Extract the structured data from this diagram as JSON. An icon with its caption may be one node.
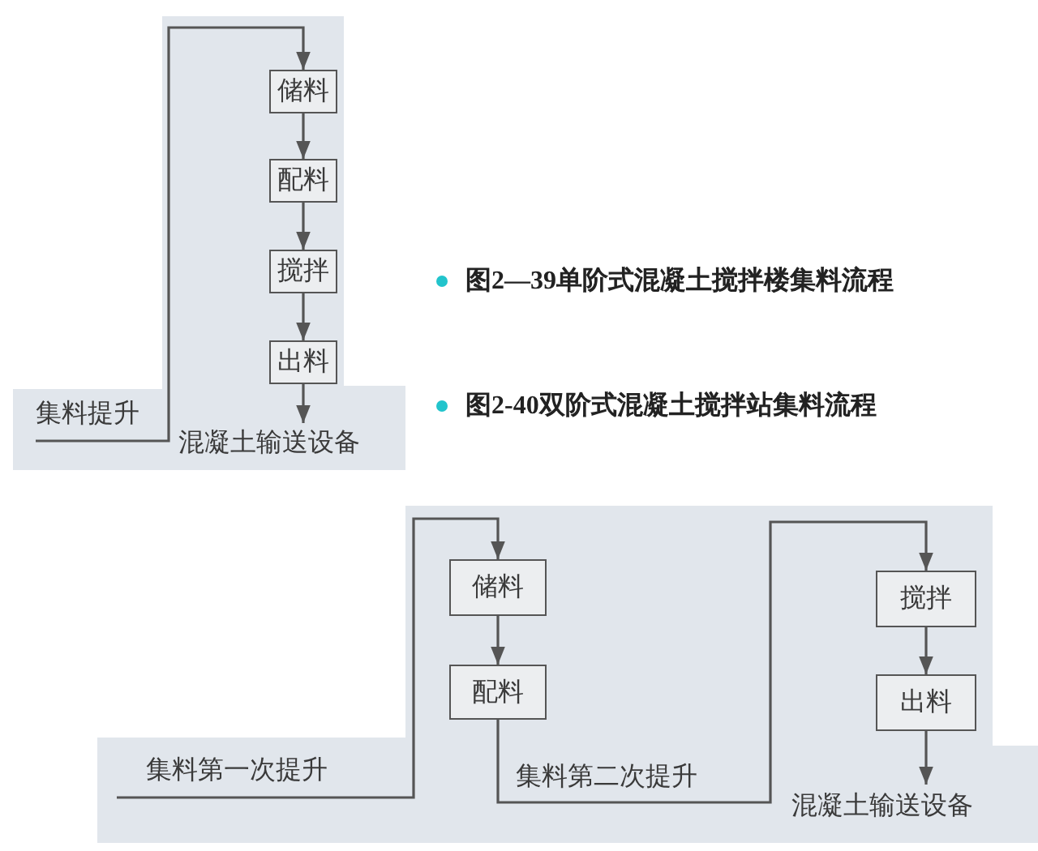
{
  "diagram": {
    "nodes": [
      {
        "text": [
          "储料"
        ]
      },
      {
        "text": [
          "配料"
        ]
      },
      {
        "text": [
          "搅拌"
        ]
      },
      {
        "text": [
          "出料"
        ]
      },
      {
        "text": [
          "混凝土输送设备"
        ]
      },
      {
        "text": [
          "储料"
        ]
      },
      {
        "text": [
          "配料"
        ]
      },
      {
        "text": [
          "搅拌"
        ]
      },
      {
        "text": [
          "出料"
        ]
      },
      {
        "text": [
          "混凝土输送设备"
        ]
      }
    ],
    "edges": [
      {
        "from": null,
        "to": 0,
        "arrow": "to",
        "label": "集料提升"
      },
      {
        "from": 0,
        "to": 1,
        "arrow": "to"
      },
      {
        "from": 1,
        "to": 2,
        "arrow": "to"
      },
      {
        "from": 2,
        "to": 3,
        "arrow": "to"
      },
      {
        "from": 3,
        "to": 4,
        "arrow": "to"
      },
      {
        "from": null,
        "to": 5,
        "arrow": "to",
        "label": "集料第一次提升"
      },
      {
        "from": 5,
        "to": 6,
        "arrow": "to"
      },
      {
        "from": 6,
        "to": 7,
        "arrow": "to",
        "label": "集料第二次提升"
      },
      {
        "from": 7,
        "to": 8,
        "arrow": "to"
      },
      {
        "from": 8,
        "to": 9,
        "arrow": "to"
      }
    ],
    "labels": [
      "图2—39单阶式混凝土搅拌楼集料流程",
      "图2-40双阶式混凝土搅拌站集料流程"
    ]
  }
}
